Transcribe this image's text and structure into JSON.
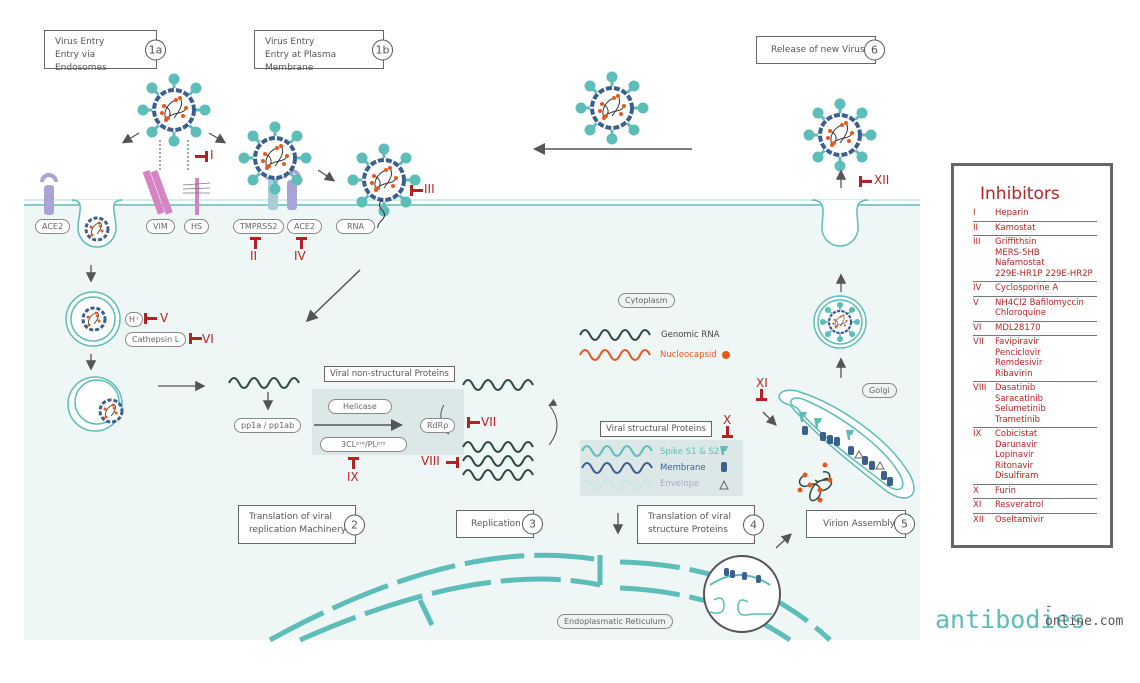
{
  "steps": {
    "s1a": {
      "line1": "Virus Entry",
      "line2": "Entry via Endosomes",
      "num": "1a"
    },
    "s1b": {
      "line1": "Virus Entry",
      "line2": "Entry at Plasma Membrane",
      "num": "1b"
    },
    "s2": {
      "line1": "Translation of viral",
      "line2": "replication Machinery",
      "num": "2"
    },
    "s3": {
      "line1": "Replication",
      "num": "3"
    },
    "s4": {
      "line1": "Translation of viral",
      "line2": "structure Proteins",
      "num": "4"
    },
    "s5": {
      "line1": "Virion Assembly",
      "num": "5"
    },
    "s6": {
      "line1": "Release of new Virus",
      "num": "6"
    }
  },
  "receptors": {
    "ace2_left": "ACE2",
    "vim": "VIM",
    "hs": "HS",
    "tmprss2": "TMPRSS2",
    "ace2_right": "ACE2",
    "rna": "RNA"
  },
  "compartments": {
    "h_plus": "H⁺",
    "cathepsin": "Cathepsin L",
    "cytoplasm": "Cytoplasm",
    "golgi": "Golgi",
    "er": "Endoplasmatic Reticulum"
  },
  "proteins": {
    "pp1a": "pp1a / pp1ab",
    "nsp_title": "Viral non-structural Proteins",
    "helicase": "Helicase",
    "protease": "3CLᵖʳᵒ/PLᵖʳᵒ",
    "rdrp": "RdRp",
    "sp_title": "Viral structural Proteins"
  },
  "legend": {
    "genomic_rna": "Genomic RNA",
    "nucleocapsid": "Nucleocapsid",
    "spike": "Spike S1 & S2",
    "membrane": "Membrane",
    "envelope": "Envelope"
  },
  "inhibitor_marks": {
    "I": "I",
    "II": "II",
    "III": "III",
    "IV": "IV",
    "V": "V",
    "VI": "VI",
    "VII": "VII",
    "VIII": "VIII",
    "IX": "IX",
    "X": "X",
    "XI": "XI",
    "XII": "XII"
  },
  "inhibitors": {
    "title": "Inhibitors",
    "items": [
      {
        "num": "I",
        "drugs": [
          "Heparin"
        ]
      },
      {
        "num": "II",
        "drugs": [
          "Kamostat"
        ]
      },
      {
        "num": "III",
        "drugs": [
          "Griffithsin",
          "MERS-5HB",
          "Nafamostat",
          "229E-HR1P 229E-HR2P"
        ]
      },
      {
        "num": "IV",
        "drugs": [
          "Cyclosporine A"
        ]
      },
      {
        "num": "V",
        "drugs": [
          "NH4Cl2 Bafilomyccin",
          "Chloroquine"
        ]
      },
      {
        "num": "VI",
        "drugs": [
          "MDL28170"
        ]
      },
      {
        "num": "VII",
        "drugs": [
          "Favipiravir",
          "Penciclovir",
          "Remdesivir",
          "Ribavirin"
        ]
      },
      {
        "num": "VIII",
        "drugs": [
          "Dasatinib",
          "Saracatinib",
          "Selumetinib",
          "Trametinib"
        ]
      },
      {
        "num": "IX",
        "drugs": [
          "Cobicistat",
          "Darunavir",
          "Lopinavir",
          "Ritonavir",
          "Disulfiram"
        ]
      },
      {
        "num": "X",
        "drugs": [
          "Furin"
        ]
      },
      {
        "num": "XI",
        "drugs": [
          "Resveratrol"
        ]
      },
      {
        "num": "XII",
        "drugs": [
          "Oseltamivir"
        ]
      }
    ]
  },
  "colors": {
    "teal": "#5cbdb9",
    "navy": "#3b5f8f",
    "red": "#b22222",
    "orange": "#e8581c",
    "cytoplasm": "#eef6f6"
  },
  "logo": {
    "main": "antibodies",
    "sub": "-online.com"
  }
}
